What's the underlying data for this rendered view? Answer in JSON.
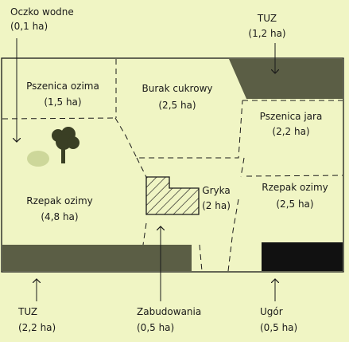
{
  "colors": {
    "background": "#f0f5c4",
    "tuz": "#5b5e45",
    "ugor": "#111111",
    "pond": "#cdd79a",
    "tree": "#3a3f24",
    "line": "#1a1a1a"
  },
  "labels": {
    "oczko_name": "Oczko wodne",
    "oczko_area": "(0,1 ha)",
    "tuz_top_name": "TUZ",
    "tuz_top_area": "(1,2 ha)",
    "pszenica_ozima_name": "Pszenica ozima",
    "pszenica_ozima_area": "(1,5 ha)",
    "burak_name": "Burak cukrowy",
    "burak_area": "(2,5 ha)",
    "pszenica_jara_name": "Pszenica jara",
    "pszenica_jara_area": "(2,2 ha)",
    "gryka_name": "Gryka",
    "gryka_area": "(2 ha)",
    "rzepak_right_name": "Rzepak ozimy",
    "rzepak_right_area": "(2,5 ha)",
    "rzepak_left_name": "Rzepak ozimy",
    "rzepak_left_area": "(4,8 ha)",
    "tuz_bottom_name": "TUZ",
    "tuz_bottom_area": "(2,2 ha)",
    "zabudowania_name": "Zabudowania",
    "zabudowania_area": "(0,5 ha)",
    "ugor_name": "Ugór",
    "ugor_area": "(0,5 ha)"
  }
}
